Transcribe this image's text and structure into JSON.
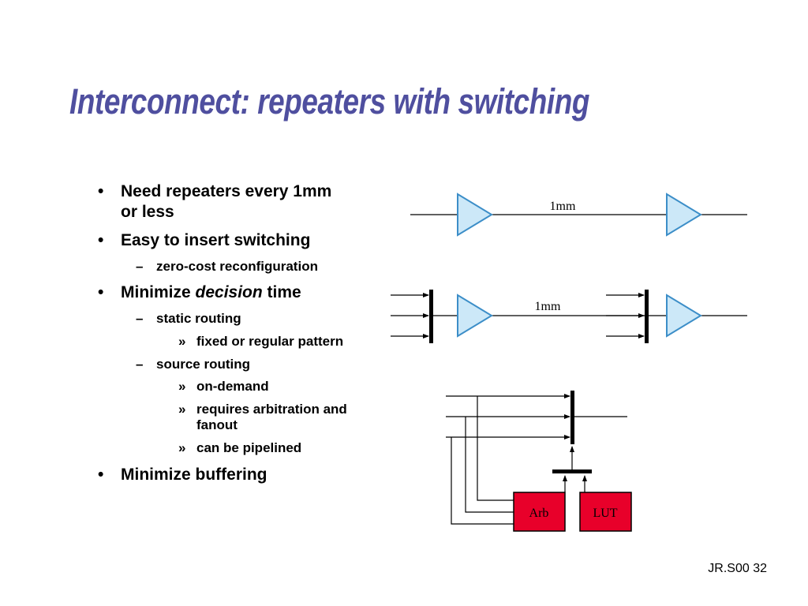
{
  "title": "Interconnect: repeaters with switching",
  "bullets": {
    "b1_line1": "Need repeaters every 1mm",
    "b1_line2": "or less",
    "b2": "Easy to insert switching",
    "b2_sub1": "zero-cost reconfiguration",
    "b3_prefix": "Minimize ",
    "b3_em": "decision",
    "b3_suffix": " time",
    "b3_sub1": "static routing",
    "b3_sub1_a": "fixed or regular pattern",
    "b3_sub2": "source routing",
    "b3_sub2_a": "on-demand",
    "b3_sub2_b_line1": "requires arbitration and",
    "b3_sub2_b_line2": "fanout",
    "b3_sub2_c": "can be pipelined",
    "b4": "Minimize buffering",
    "marker_l1": "•",
    "marker_l2": "–",
    "marker_l3": "»"
  },
  "diagram": {
    "label_top": "1mm",
    "label_mid": "1mm",
    "box_arb": "Arb",
    "box_lut": "LUT",
    "repeater_fill": "#cce8f8",
    "repeater_stroke": "#3c8ec8",
    "box_fill": "#e8002a"
  },
  "footer": "JR.S00 32"
}
